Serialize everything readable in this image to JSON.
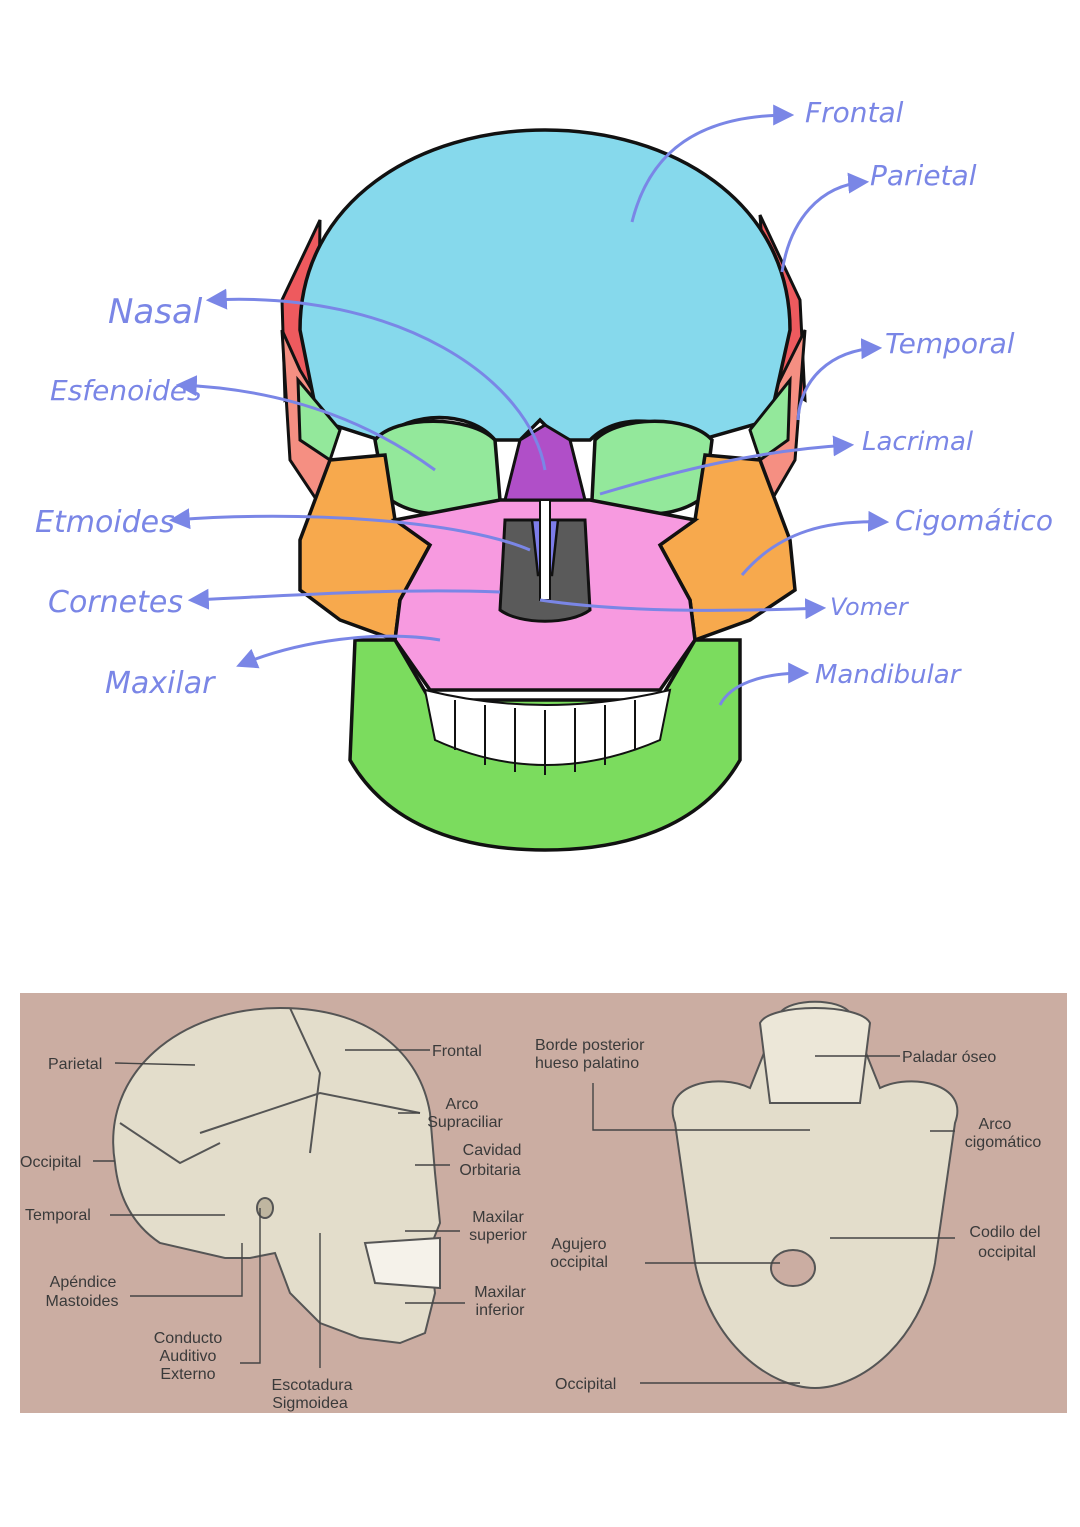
{
  "front_view": {
    "labels": {
      "frontal": "Frontal",
      "parietal": "Parietal",
      "temporal": "Temporal",
      "lacrimal": "Lacrimal",
      "cigomatico": "Cigomático",
      "vomer": "Vomer",
      "mandibular": "Mandibular",
      "nasal": "Nasal",
      "esfenoides": "Esfenoides",
      "etmoides": "Etmoides",
      "cornetes": "Cornetes",
      "maxilar": "Maxilar"
    },
    "colors": {
      "frontal": "#86d9ec",
      "parietal": "#ee5a5e",
      "temporal": "#f58f82",
      "esfenoides": "#93e89b",
      "cigomatico": "#f7a94d",
      "maxilar": "#f79ae0",
      "nasal": "#b04fc8",
      "mandibular": "#7bdc5e",
      "vomer": "#7d7dea",
      "cornetes": "#5a5a5a",
      "label_ink": "#7a86e6"
    }
  },
  "lateral_view": {
    "labels": {
      "parietal": "Parietal",
      "frontal": "Frontal",
      "arco_supraciliar": [
        "Arco",
        "Supraciliar"
      ],
      "occipital": "Occipital",
      "cavidad_orbitaria": [
        "Cavidad",
        "Orbitaria"
      ],
      "temporal": "Temporal",
      "maxilar_superior": [
        "Maxilar",
        "superior"
      ],
      "apendice_mastoides": [
        "Apéndice",
        "Mastoides"
      ],
      "maxilar_inferior": [
        "Maxilar",
        "inferior"
      ],
      "conducto_auditivo": [
        "Conducto",
        "Auditivo",
        "Externo"
      ],
      "escotadura": [
        "Escotadura",
        "Sigmoidea"
      ]
    }
  },
  "inferior_view": {
    "labels": {
      "borde_posterior": [
        "Borde posterior",
        "hueso palatino"
      ],
      "paladar": "Paladar óseo",
      "arco_cigomatico": [
        "Arco",
        "cigomático"
      ],
      "codilo": [
        "Codilo del",
        "occipital"
      ],
      "agujero": [
        "Agujero",
        "occipital"
      ],
      "occipital": "Occipital"
    }
  },
  "colors": {
    "panel_bg": "#cbada2",
    "bone": "#e3ddcb",
    "outline": "#111111"
  }
}
